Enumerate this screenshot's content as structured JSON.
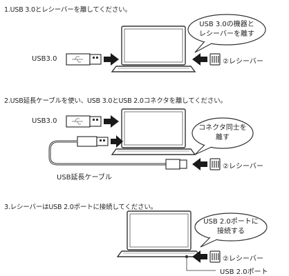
{
  "step1": {
    "instruction": "1.USB 3.0とレシーバーを離してください。",
    "bubble_line1": "USB 3.0の機器と",
    "bubble_line2": "レシーバーを離す",
    "usb_label": "USB3.0",
    "receiver_label": "②レシーバー"
  },
  "step2": {
    "instruction": "2.USB延長ケーブルを使い、USB 3.0とUSB 2.0コネクタを離してください。",
    "usb_label": "USB3.0",
    "bubble_line1": "コネクタ同士を",
    "bubble_line2": "離す",
    "cable_label": "USB延長ケーブル",
    "receiver_label": "②レシーバー"
  },
  "step3": {
    "instruction": "3.レシーバーはUSB 2.0ポートに接続してください。",
    "bubble_line1": "USB 2.0ポートに",
    "bubble_line2": "接続する",
    "receiver_label": "②レシーバー",
    "port_label": "USB 2.0ポート"
  }
}
